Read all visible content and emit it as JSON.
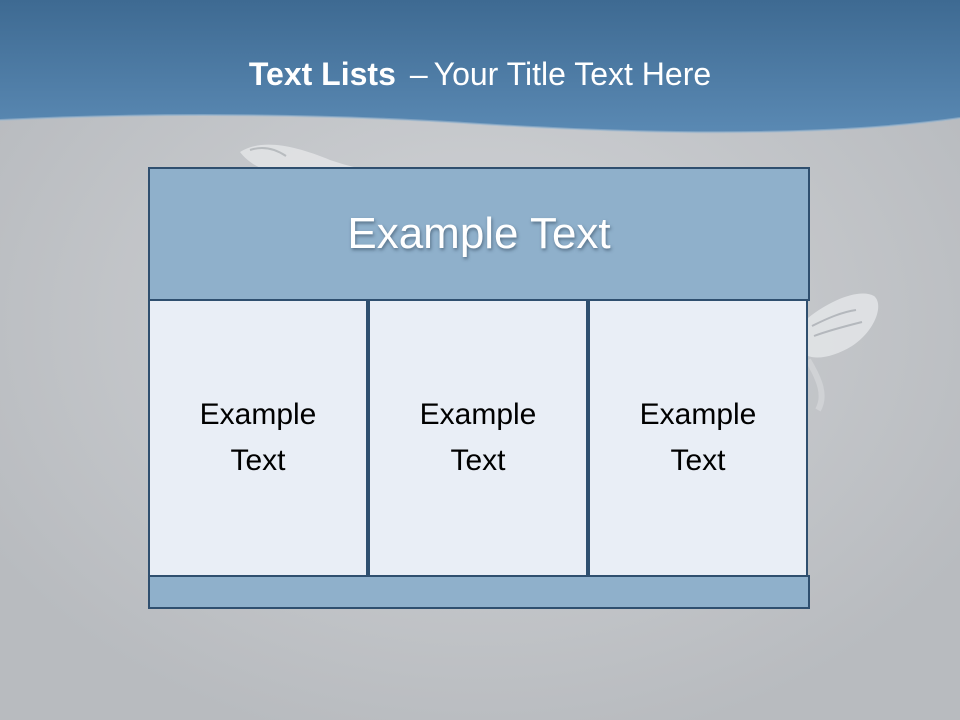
{
  "slide": {
    "title_bold": "Text Lists",
    "title_dash": "–",
    "title_rest": "Your Title Text Here"
  },
  "diagram": {
    "header_text": "Example Text",
    "columns": [
      {
        "line1": "Example",
        "line2": "Text"
      },
      {
        "line1": "Example",
        "line2": "Text"
      },
      {
        "line1": "Example",
        "line2": "Text"
      }
    ]
  },
  "colors": {
    "title_bar": "#4f7ba3",
    "header_fill": "#8fb0cb",
    "column_fill": "#e9eef6",
    "border": "#2f4f6f",
    "background": "#c4c6ca"
  },
  "icons": {
    "background_art": "sneaker-photo-art"
  }
}
